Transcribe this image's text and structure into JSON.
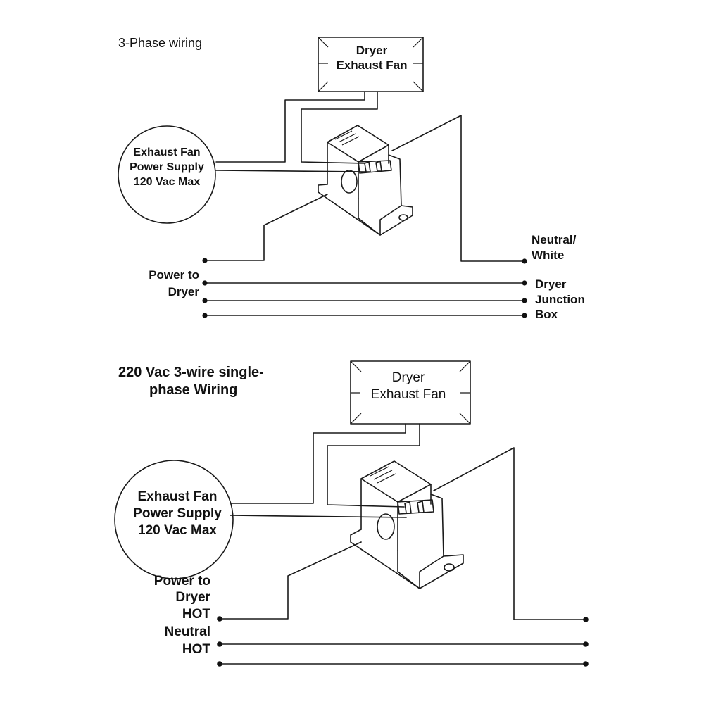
{
  "diagram_1": {
    "title": "3-Phase wiring",
    "fan_box": {
      "line1": "Dryer",
      "line2": "Exhaust Fan"
    },
    "power_supply": {
      "line1": "Exhaust Fan",
      "line2": "Power Supply",
      "line3": "120 Vac Max"
    },
    "power_label": {
      "line1": "Power to",
      "line2": "Dryer"
    },
    "right_labels": {
      "neutral_line1": "Neutral/",
      "neutral_line2": "White",
      "junction_line1": "Dryer",
      "junction_line2": "Junction",
      "junction_line3": "Box"
    }
  },
  "diagram_2": {
    "title_line1": "220 Vac 3-wire single-",
    "title_line2": "phase Wiring",
    "fan_box": {
      "line1": "Dryer",
      "line2": "Exhaust Fan"
    },
    "power_supply": {
      "line1": "Exhaust Fan",
      "line2": "Power Supply",
      "line3": "120 Vac Max"
    },
    "power_label": {
      "line1": "Power to",
      "line2": "Dryer",
      "line3": "HOT",
      "line4": "Neutral",
      "line5": "HOT"
    }
  }
}
